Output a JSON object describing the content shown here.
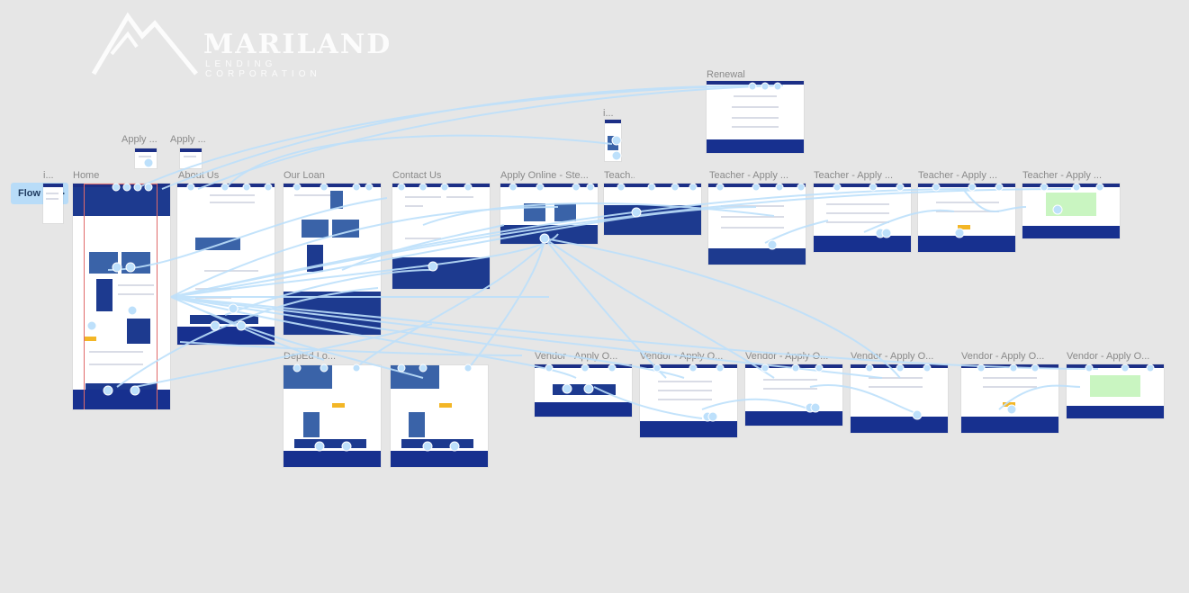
{
  "brand": {
    "name": "MARILAND",
    "subtitle": "LENDING CORPORATION"
  },
  "flow": {
    "label": "Flow 1"
  },
  "frames": {
    "apply_a": "Apply ...",
    "apply_b": "Apply ...",
    "info_top": "i...",
    "renewal": "Renewal",
    "info_left": "i...",
    "home": "Home",
    "about": "About Us",
    "our_loan": "Our Loan",
    "contact": "Contact Us",
    "apply_online": "Apply Online - Ste...",
    "teach": "Teach...",
    "teacher_1": "Teacher - Apply ...",
    "teacher_2": "Teacher - Apply ...",
    "teacher_3": "Teacher - Apply ...",
    "teacher_4": "Teacher - Apply ...",
    "doded": "DepEd Lo...",
    "vendor_1": "Vendor - Apply O...",
    "vendor_2": "Vendor - Apply O...",
    "vendor_3": "Vendor - Apply O...",
    "vendor_4": "Vendor - Apply O...",
    "vendor_5": "Vendor - Apply O...",
    "vendor_6": "Vendor - Apply O..."
  },
  "colors": {
    "canvas": "#e6e6e6",
    "wire": "#bde0fb",
    "navy": "#17308f",
    "accent": "#f3b626",
    "success": "#c9f5c1"
  },
  "icons": {
    "play": "play-icon",
    "logo": "mountain-logo-icon"
  }
}
